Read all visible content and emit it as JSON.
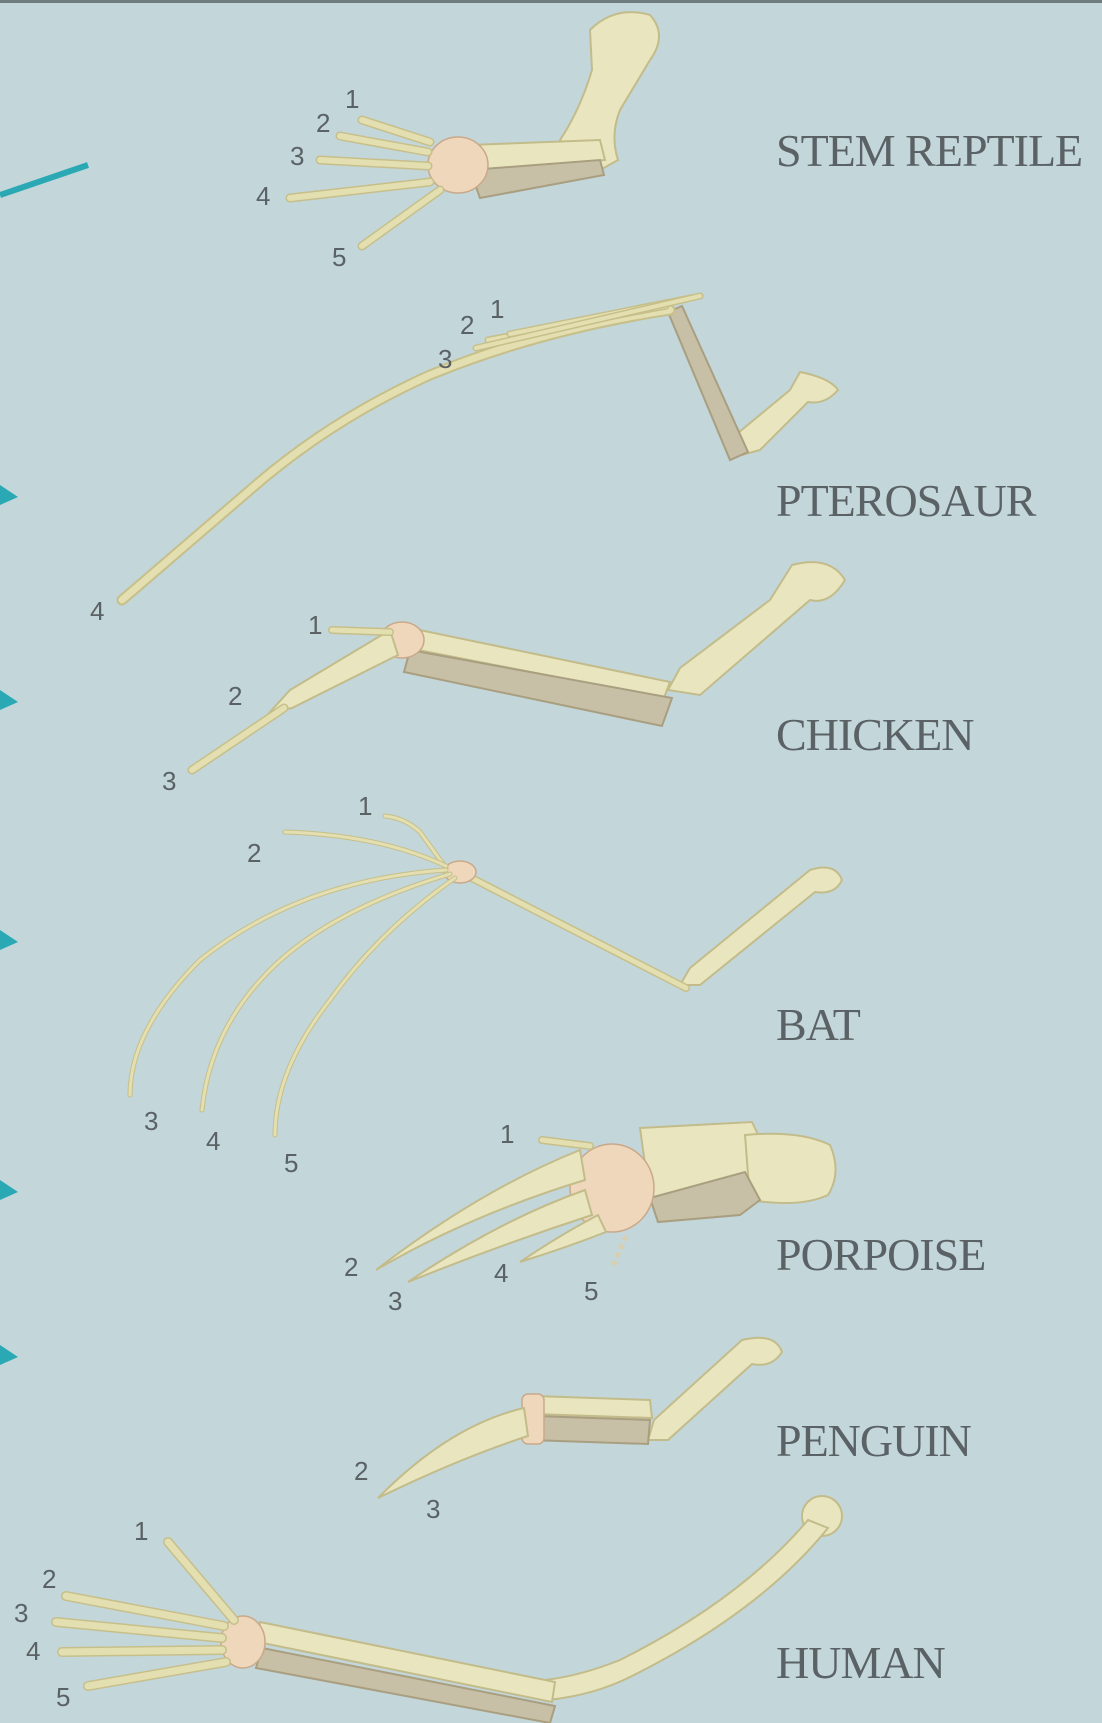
{
  "labels": {
    "stem_reptile": "STEM REPTILE",
    "pterosaur": "PTEROSAUR",
    "chicken": "CHICKEN",
    "bat": "BAT",
    "porpoise": "PORPOISE",
    "penguin": "PENGUIN",
    "human": "HUMAN"
  },
  "digits": {
    "stem_reptile": [
      "1",
      "2",
      "3",
      "4",
      "5"
    ],
    "pterosaur": [
      "1",
      "2",
      "3",
      "4"
    ],
    "chicken": [
      "1",
      "2",
      "3"
    ],
    "bat": [
      "1",
      "2",
      "3",
      "4",
      "5"
    ],
    "porpoise": [
      "1",
      "2",
      "3",
      "4",
      "5"
    ],
    "penguin": [
      "2",
      "3"
    ],
    "human": [
      "1",
      "2",
      "3",
      "4",
      "5"
    ]
  },
  "colors": {
    "background": "#c3d6da",
    "bone": "#e9e6bf",
    "bone_dark": "#c8c0a6",
    "carpal": "#efd7bc",
    "accent": "#2aa9b5",
    "label": "#5a6265"
  }
}
